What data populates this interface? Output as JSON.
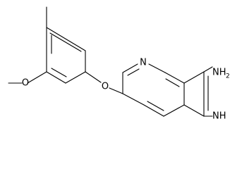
{
  "labels": {
    "methoxy_o": "O",
    "ether_o": "O",
    "pyridine_n": "N",
    "amine": "NH",
    "amine_subscript": "2",
    "imine": "NH"
  }
}
